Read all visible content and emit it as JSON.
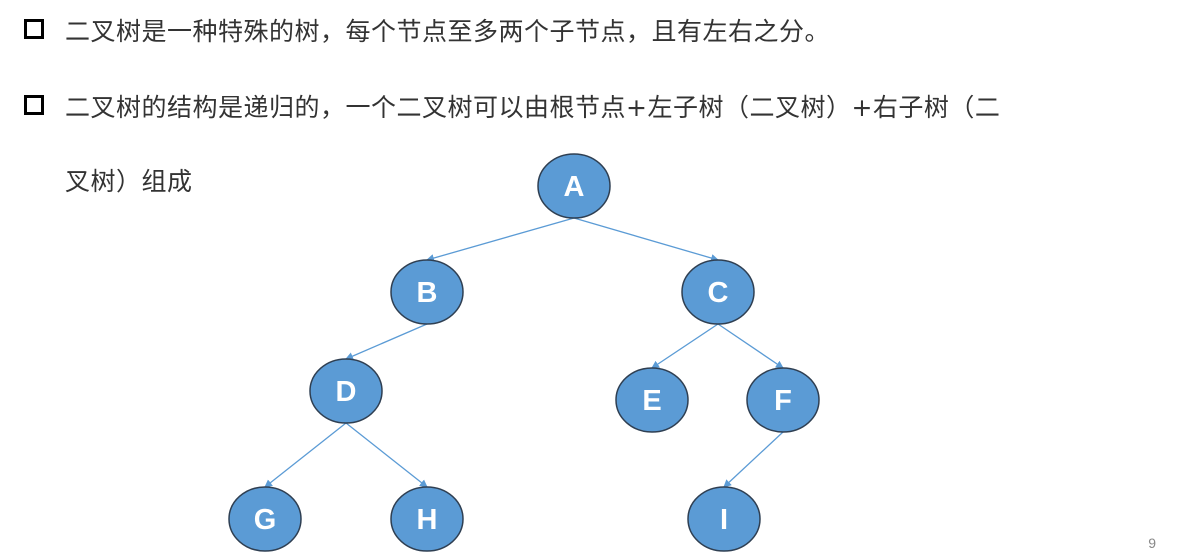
{
  "bullets": [
    {
      "text": "二叉树是一种特殊的树，每个节点至多两个子节点，且有左右之分。"
    },
    {
      "text_line1": "二叉树的结构是递归的，一个二叉树可以由根节点+左子树（二叉树）+右子树（二",
      "text_line2": "叉树）组成"
    }
  ],
  "tree": {
    "nodes": [
      "A",
      "B",
      "C",
      "D",
      "E",
      "F",
      "G",
      "H",
      "I"
    ],
    "edges": [
      [
        "A",
        "B"
      ],
      [
        "A",
        "C"
      ],
      [
        "B",
        "D"
      ],
      [
        "C",
        "E"
      ],
      [
        "C",
        "F"
      ],
      [
        "D",
        "G"
      ],
      [
        "D",
        "H"
      ],
      [
        "F",
        "I"
      ]
    ]
  },
  "colors": {
    "node_fill": "#5b9bd5",
    "node_stroke": "#2f3f52",
    "edge": "#5b9bd5"
  },
  "page_number": "9"
}
